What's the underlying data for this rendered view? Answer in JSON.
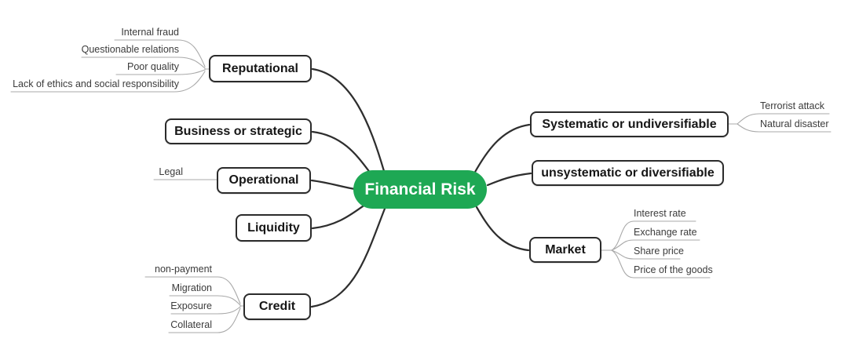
{
  "center": {
    "label": "Financial Risk"
  },
  "branches": {
    "reputational": {
      "label": "Reputational",
      "leaves": [
        "Internal fraud",
        "Questionable relations",
        "Poor quality",
        "Lack of ethics and social responsibility"
      ]
    },
    "business": {
      "label": "Business or strategic",
      "leaves": []
    },
    "operational": {
      "label": "Operational",
      "leaves": [
        "Legal"
      ]
    },
    "liquidity": {
      "label": "Liquidity",
      "leaves": []
    },
    "credit": {
      "label": "Credit",
      "leaves": [
        "non-payment",
        "Migration",
        "Exposure",
        "Collateral"
      ]
    },
    "systematic": {
      "label": "Systematic or undiversifiable",
      "leaves": [
        "Terrorist attack",
        "Natural disaster"
      ]
    },
    "unsystematic": {
      "label": "unsystematic or diversifiable",
      "leaves": []
    },
    "market": {
      "label": "Market",
      "leaves": [
        "Interest rate",
        "Exchange rate",
        "Share price",
        "Price of the goods"
      ]
    }
  },
  "colors": {
    "center_background": "#1ea854",
    "center_text": "#ffffff",
    "node_border": "#2b2b2b",
    "node_background": "#ffffff",
    "node_text": "#161616",
    "branch_line": "#2e2e2e",
    "leaf_line": "#a9a9a9",
    "leaf_text": "#3b3b3b",
    "page_background": "#ffffff"
  }
}
